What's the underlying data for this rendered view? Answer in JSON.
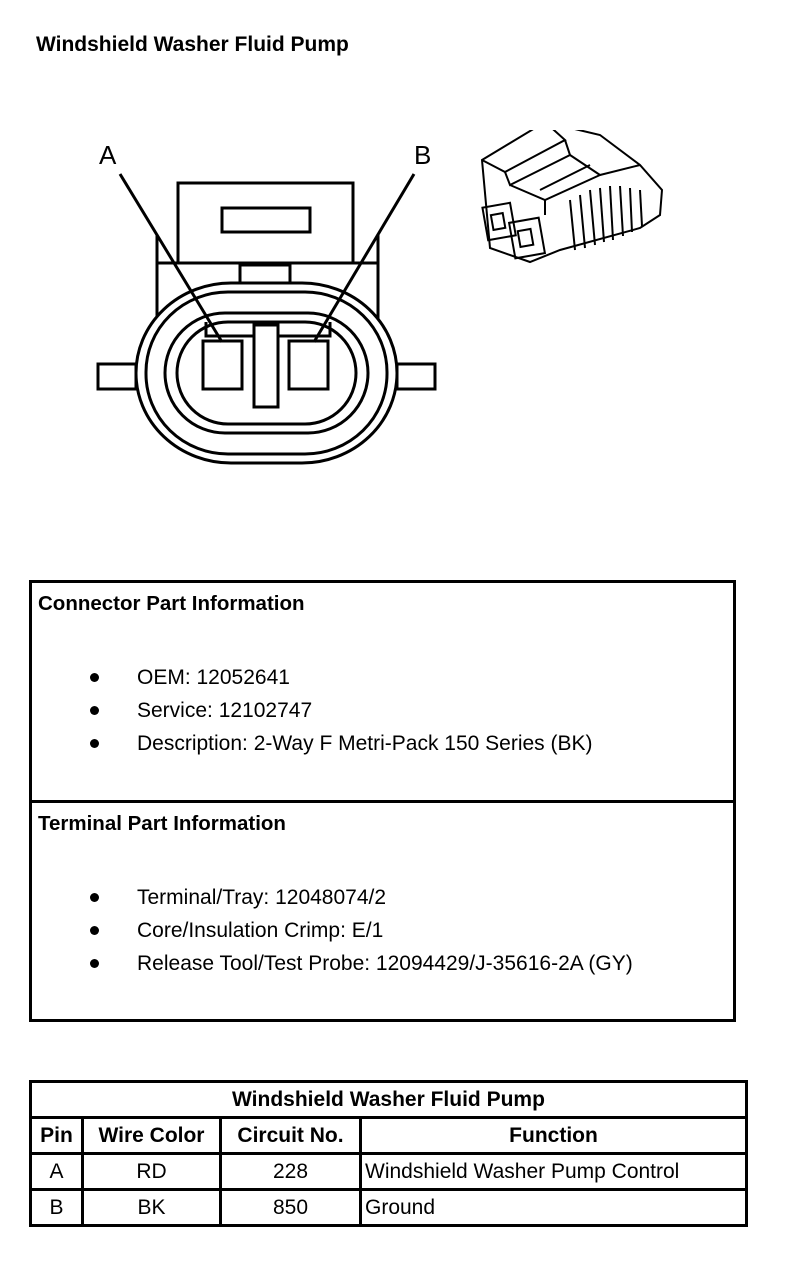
{
  "page_title": "Windshield Washer Fluid Pump",
  "diagram": {
    "pin_labels": [
      "A",
      "B"
    ]
  },
  "connector_info": {
    "heading": "Connector Part Information",
    "items": [
      "OEM: 12052641",
      "Service: 12102747",
      "Description: 2-Way F Metri-Pack 150 Series (BK)"
    ]
  },
  "terminal_info": {
    "heading": "Terminal Part Information",
    "items": [
      "Terminal/Tray: 12048074/2",
      "Core/Insulation Crimp: E/1",
      "Release Tool/Test Probe: 12094429/J-35616-2A (GY)"
    ]
  },
  "pin_table": {
    "title": "Windshield Washer Fluid Pump",
    "headers": [
      "Pin",
      "Wire Color",
      "Circuit No.",
      "Function"
    ],
    "rows": [
      [
        "A",
        "RD",
        "228",
        "Windshield Washer Pump Control"
      ],
      [
        "B",
        "BK",
        "850",
        "Ground"
      ]
    ]
  }
}
